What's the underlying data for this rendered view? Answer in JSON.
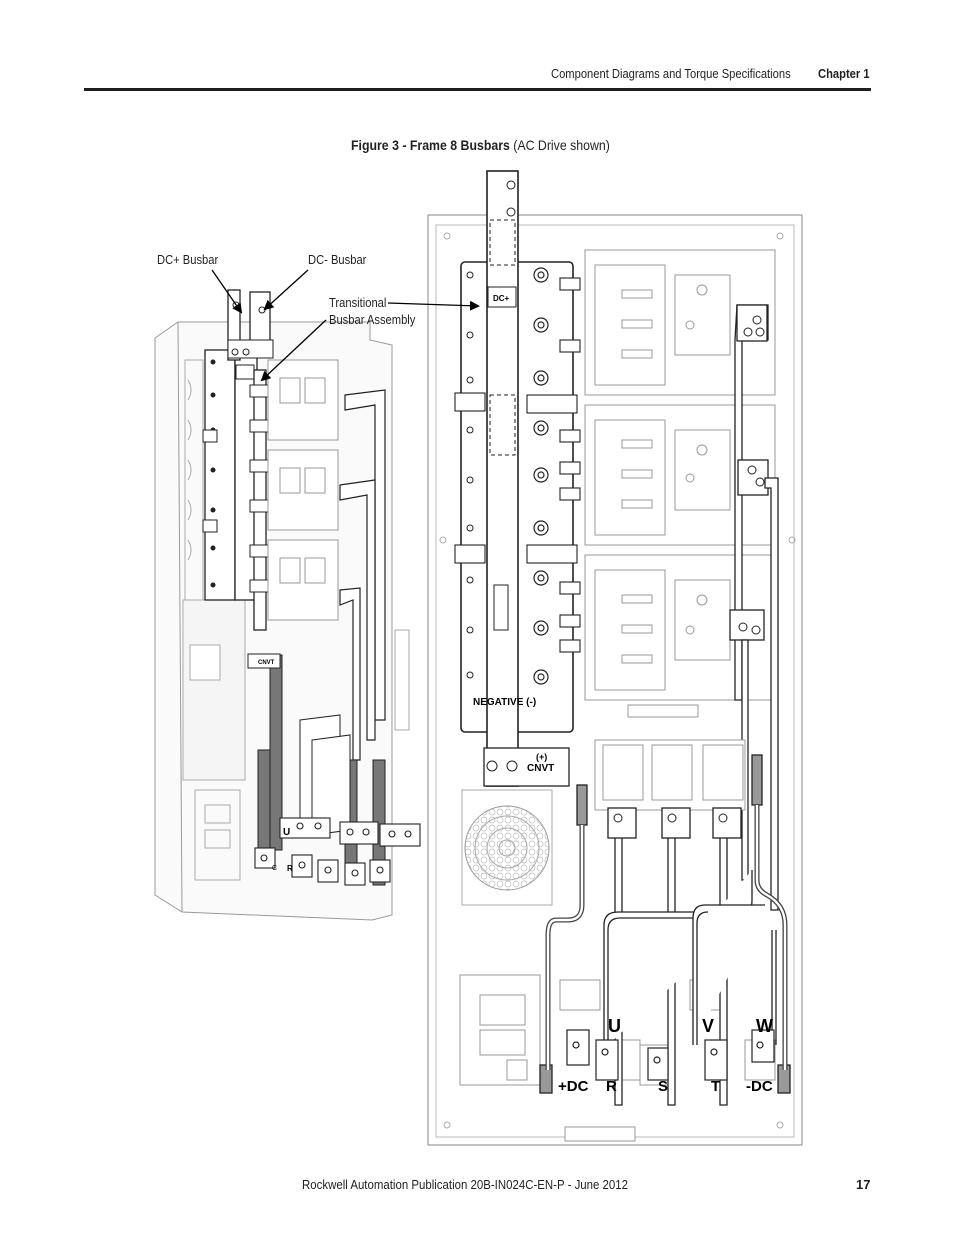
{
  "header": {
    "section_title": "Component Diagrams and Torque Specifications",
    "chapter": "Chapter 1"
  },
  "figure": {
    "number_label": "Figure 3 - Frame 8 Busbars",
    "subtitle": "(AC Drive shown)"
  },
  "callouts": {
    "dc_plus_busbar": "DC+ Busbar",
    "dc_minus_busbar": "DC- Busbar",
    "transitional_line1": "Transitional",
    "transitional_line2": "Busbar Assembly"
  },
  "diagram_labels": {
    "dc_plus_tag": "DC+",
    "negative": "NEGATIVE (-)",
    "plus_sign": "(+)",
    "cnvt": "CNVT",
    "small_cnvt": "CNVT",
    "small_u": "U",
    "small_r": "R",
    "small_c": "C",
    "terminal_u": "U",
    "terminal_v": "V",
    "terminal_w": "W",
    "terminal_plus_dc": "+DC",
    "terminal_r": "R",
    "terminal_s": "S",
    "terminal_t": "T",
    "terminal_minus_dc": "-DC"
  },
  "footer": {
    "publication": "Rockwell Automation Publication 20B-IN024C-EN-P - June 2012",
    "page_number": "17"
  }
}
